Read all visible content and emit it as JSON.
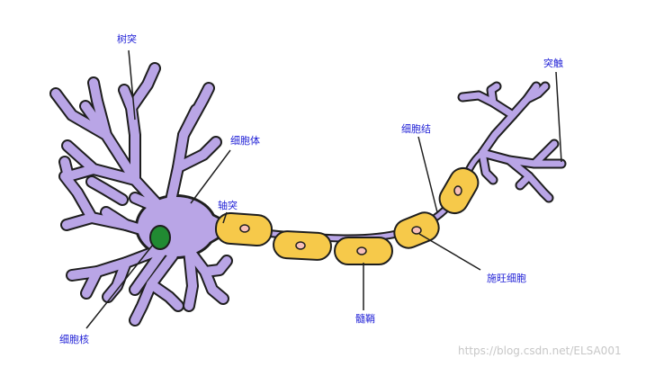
{
  "labels": {
    "dendrite": "树突",
    "soma": "细胞体",
    "axon": "轴突",
    "nucleus": "细胞核",
    "node_of_ranvier": "细胞结",
    "schwann_cell": "施旺细胞",
    "myelin_sheath": "髓鞘",
    "synapse": "突触"
  },
  "watermark": "https://blog.csdn.net/ELSA001",
  "colors": {
    "neuron_body": "#b9a5e6",
    "neuron_outline": "#1e1e1e",
    "nucleus": "#218a32",
    "myelin": "#f6c94a",
    "myelin_nucleus": "#f8bfb9",
    "label_text": "#1f1fd6",
    "watermark": "#c7c7c7"
  }
}
